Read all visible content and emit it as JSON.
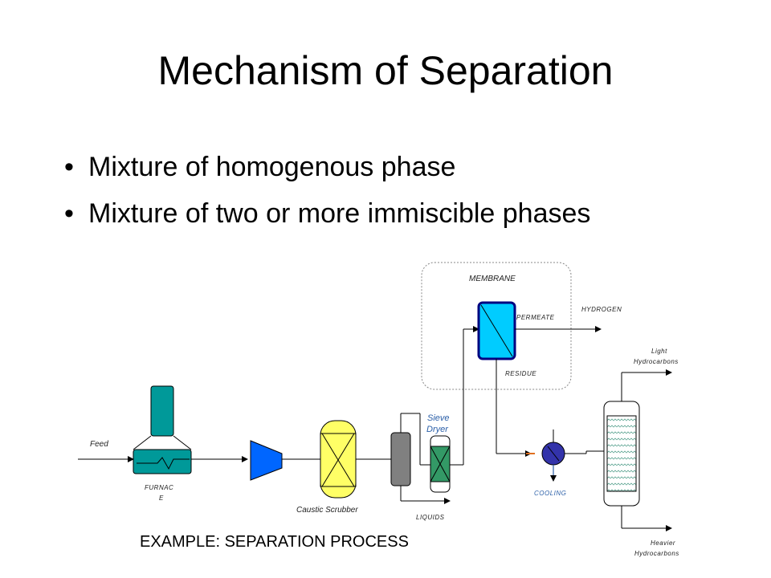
{
  "slide": {
    "title": "Mechanism of Separation",
    "bullet_symbol": "•",
    "bullets": [
      "Mixture of homogenous phase",
      "Mixture of two or more immiscible phases"
    ],
    "caption": "EXAMPLE: SEPARATION PROCESS"
  },
  "diagram": {
    "labels": {
      "feed": "Feed",
      "furnace_line1": "FURNAC",
      "furnace_line2": "E",
      "caustic_scrubber": "Caustic Scrubber",
      "liquids": "LIQUIDS",
      "sieve_dryer_line1": "Sieve",
      "sieve_dryer_line2": "Dryer",
      "membrane": "MEMBRANE",
      "permeate": "PERMEATE",
      "hydrogen": "HYDROGEN",
      "residue": "RESIDUE",
      "cooling": "COOLING",
      "light_hc_line1": "Light",
      "light_hc_line2": "Hydrocarbons",
      "heavier_hc_line1": "Heavier",
      "heavier_hc_line2": "Hydrocarbons"
    },
    "colors": {
      "furnace": "#009999",
      "compressor": "#0066ff",
      "scrubber": "#ffff66",
      "flash_drum": "#808080",
      "dryer": "#339966",
      "membrane": "#00ccff",
      "cooler": "#3333aa",
      "column_packing": "#66aa99"
    }
  }
}
